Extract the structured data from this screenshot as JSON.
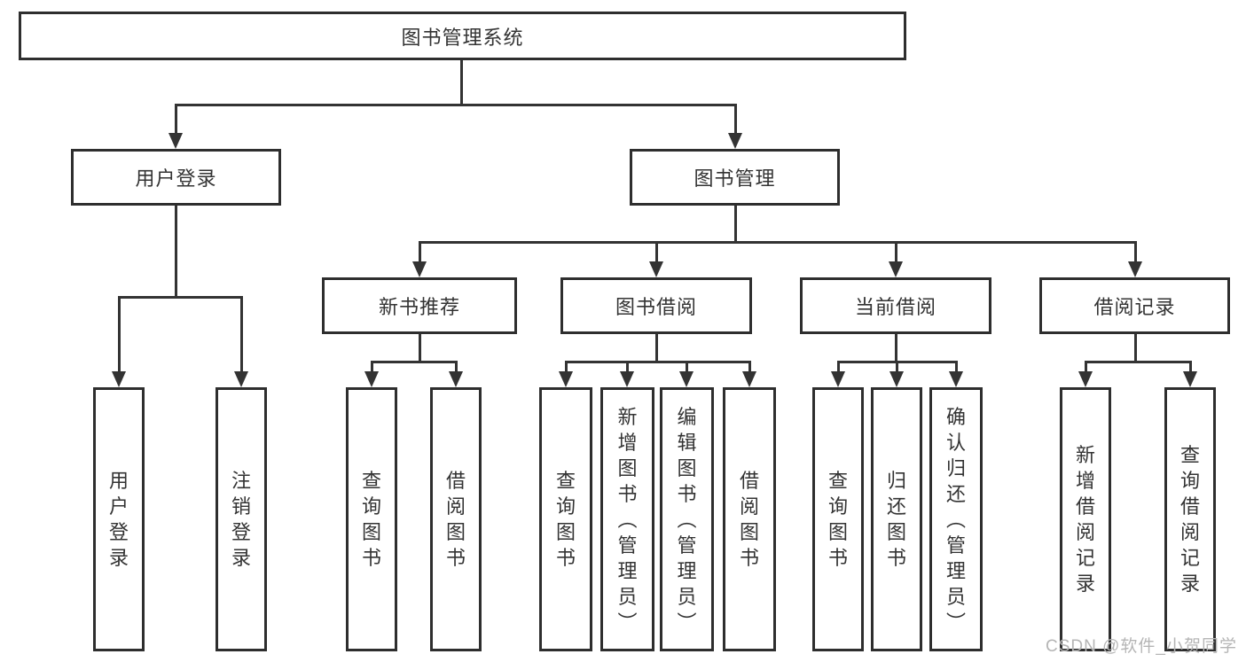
{
  "diagram_title": "图书管理系统",
  "tree": {
    "label": "图书管理系统",
    "children": [
      {
        "label": "用户登录",
        "children": [
          {
            "label": "用户登录"
          },
          {
            "label": "注销登录"
          }
        ]
      },
      {
        "label": "图书管理",
        "children": [
          {
            "label": "新书推荐",
            "children": [
              {
                "label": "查询图书"
              },
              {
                "label": "借阅图书"
              }
            ]
          },
          {
            "label": "图书借阅",
            "children": [
              {
                "label": "查询图书"
              },
              {
                "label": "新增图书（管理员）"
              },
              {
                "label": "编辑图书（管理员）"
              },
              {
                "label": "借阅图书"
              }
            ]
          },
          {
            "label": "当前借阅",
            "children": [
              {
                "label": "查询图书"
              },
              {
                "label": "归还图书"
              },
              {
                "label": "确认归还（管理员）"
              }
            ]
          },
          {
            "label": "借阅记录",
            "children": [
              {
                "label": "新增借阅记录"
              },
              {
                "label": "查询借阅记录"
              }
            ]
          }
        ]
      }
    ]
  },
  "watermark": {
    "text": "CSDN @软件_小贺同学",
    "color": "#b5b5b5"
  },
  "colors": {
    "background": "#ffffff",
    "box_border": "#2e2e2e",
    "connector_line": "#333333",
    "text": "#333333"
  }
}
